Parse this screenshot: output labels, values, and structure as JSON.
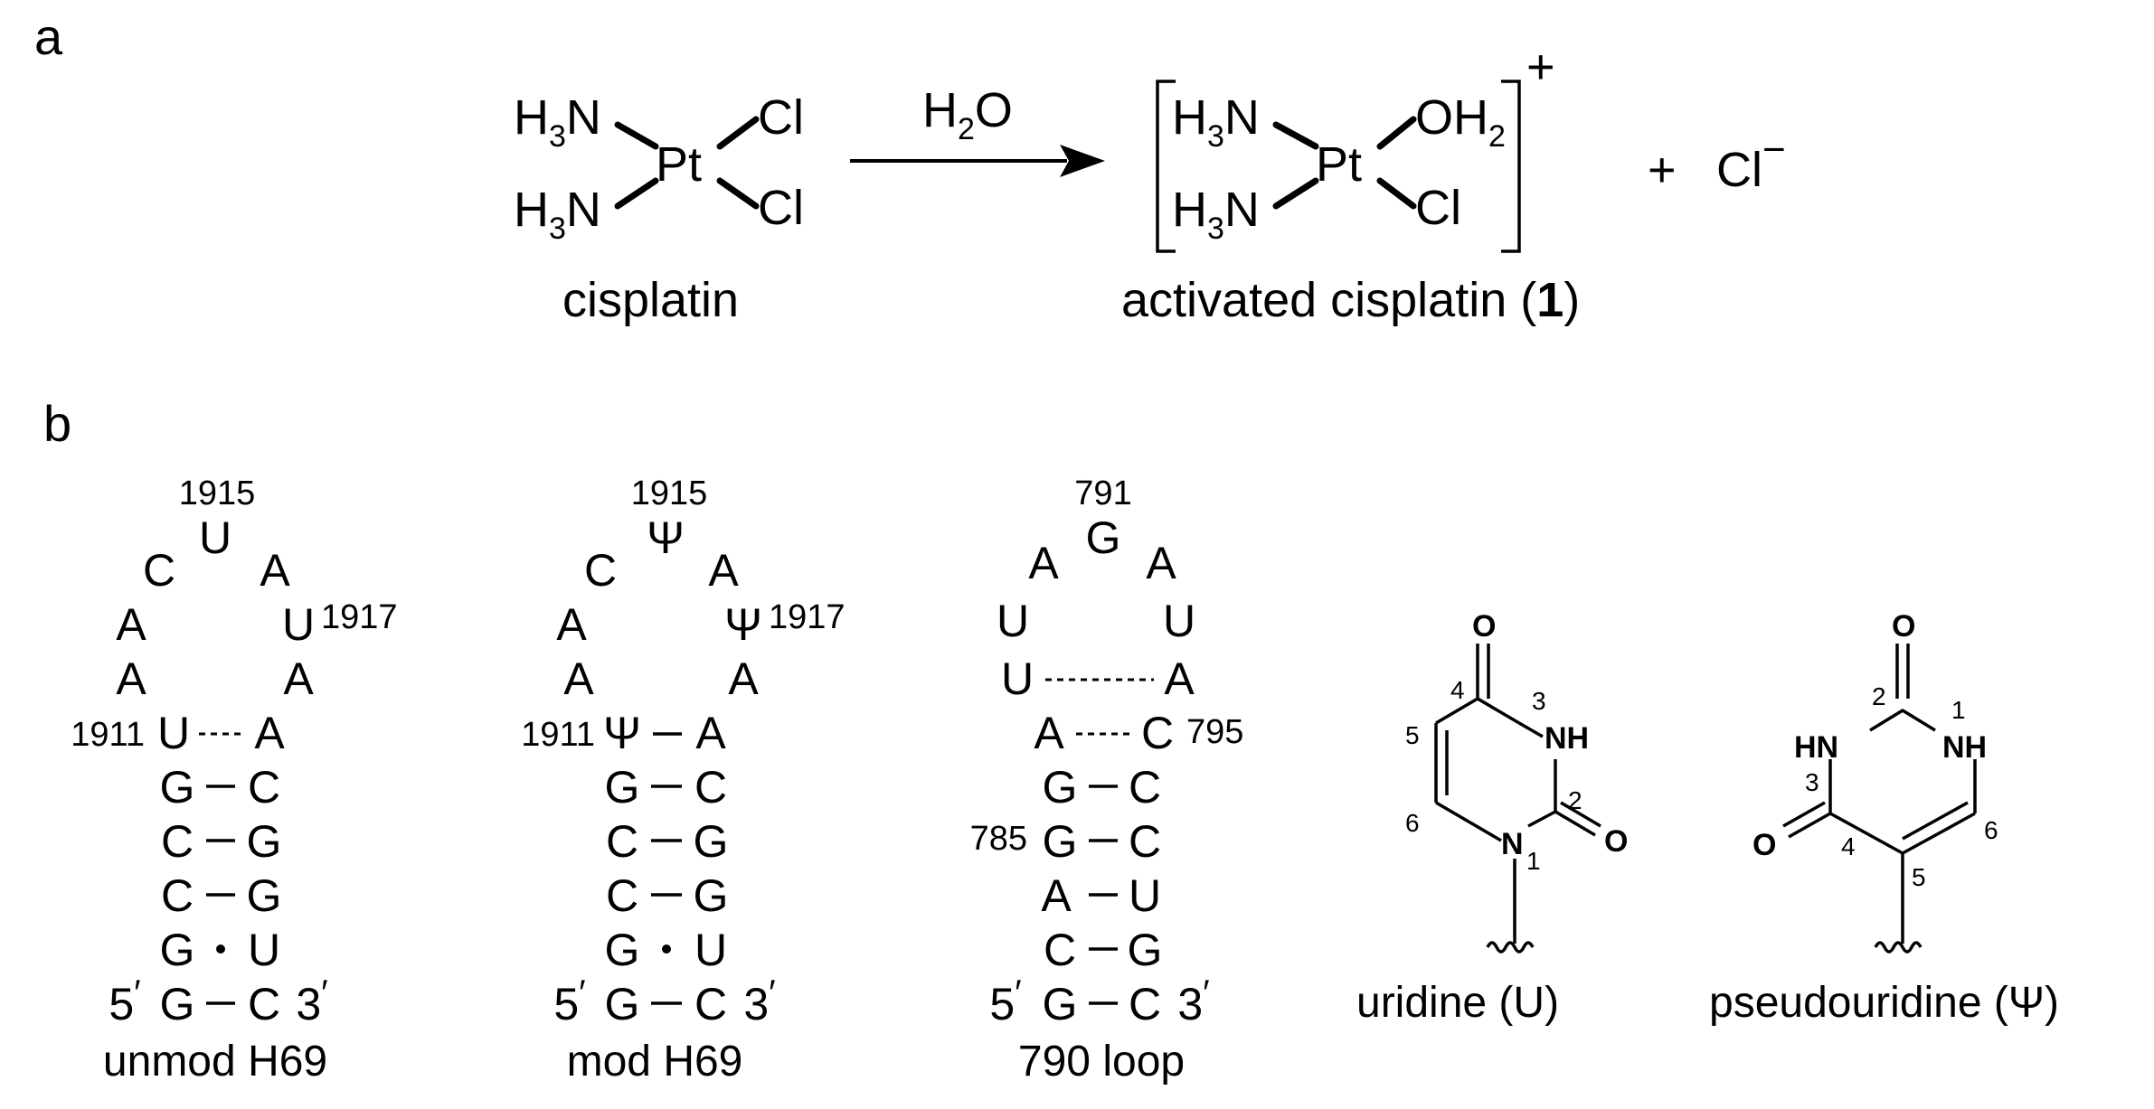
{
  "panels": {
    "a": "a",
    "b": "b"
  },
  "reaction": {
    "h3n": "H",
    "n": "N",
    "sub3": "3",
    "pt": "Pt",
    "cl": "Cl",
    "oh": "OH",
    "sub2": "2",
    "reagent": "H",
    "reagent_o": "O",
    "charge": "+",
    "plus": "+",
    "chloride": "Cl",
    "minus": "−",
    "cisplatin_label": "cisplatin",
    "activated_label": "activated cisplatin (",
    "activated_num": "1",
    "activated_close": ")"
  },
  "hairpins": {
    "unmod": {
      "caption": "unmod H69",
      "top_number": "1915",
      "right_number": "1917",
      "left_number": "1911",
      "loop": [
        "C",
        "U",
        "A",
        "A",
        "U",
        "A",
        "A"
      ],
      "pair_top": [
        "U",
        "A"
      ],
      "stem": [
        [
          "G",
          "C"
        ],
        [
          "C",
          "G"
        ],
        [
          "C",
          "G"
        ],
        [
          "G",
          "U"
        ],
        [
          "G",
          "C"
        ]
      ],
      "five": "5",
      "three": "3",
      "prime": "′"
    },
    "mod": {
      "caption": "mod H69",
      "top_number": "1915",
      "right_number": "1917",
      "left_number": "1911",
      "loop": [
        "C",
        "Ψ",
        "A",
        "A",
        "Ψ",
        "A",
        "A"
      ],
      "pair_top": [
        "Ψ",
        "A"
      ],
      "stem": [
        [
          "G",
          "C"
        ],
        [
          "C",
          "G"
        ],
        [
          "C",
          "G"
        ],
        [
          "G",
          "U"
        ],
        [
          "G",
          "C"
        ]
      ],
      "five": "5",
      "three": "3",
      "prime": "′"
    },
    "loop790": {
      "caption": "790 loop",
      "top_number": "791",
      "right_number": "795",
      "left_number": "785",
      "loop": [
        "A",
        "G",
        "A",
        "U",
        "U"
      ],
      "pair1": [
        "U",
        "A"
      ],
      "pair2": [
        "A",
        "C"
      ],
      "stem": [
        [
          "G",
          "C"
        ],
        [
          "G",
          "C"
        ],
        [
          "A",
          "U"
        ],
        [
          "C",
          "G"
        ],
        [
          "G",
          "C"
        ]
      ],
      "five": "5",
      "three": "3",
      "prime": "′"
    }
  },
  "nucleosides": {
    "uridine": {
      "caption": "uridine (U)",
      "atoms": {
        "o_top": "O",
        "nh": "NH",
        "o_right": "O",
        "n1": "N"
      },
      "positions": [
        "4",
        "3",
        "5",
        "2",
        "6",
        "1"
      ]
    },
    "pseudouridine": {
      "caption": "pseudouridine (Ψ)",
      "atoms": {
        "o_top": "O",
        "hn": "HN",
        "nh": "NH",
        "o_left": "O"
      },
      "positions": [
        "2",
        "1",
        "3",
        "6",
        "4",
        "5"
      ]
    }
  }
}
